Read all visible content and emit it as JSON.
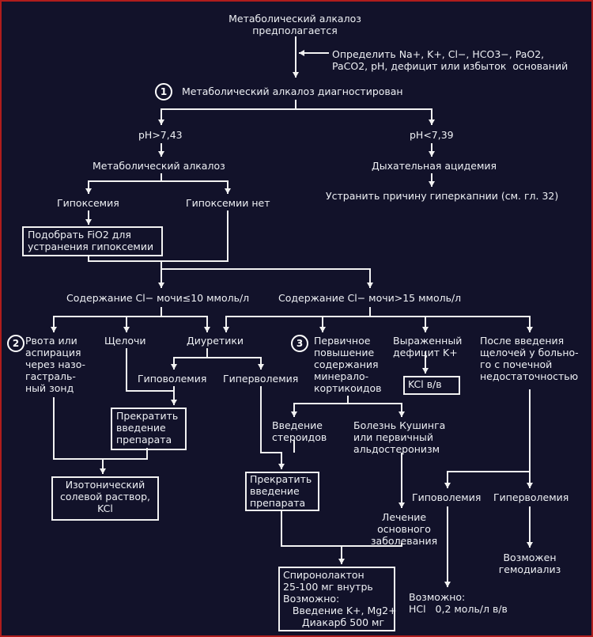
{
  "nodes": {
    "start": "Метаболический алкалоз\nпредполагается",
    "determine": "Определить Na+, K+, Cl−, HCO3−, PaO2,\nPaCO2, pH, дефицит или избыток  оснований",
    "diagnosed": "Метаболический алкалоз диагностирован",
    "ph_high": "pH>7,43",
    "ph_low": "pH<7,39",
    "met_alk": "Метаболический алкалоз",
    "resp_acid": "Дыхательная ацидемия",
    "fix_hypercapnia": "Устранить причину гиперкапнии (см. гл. 32)",
    "hypoxemia": "Гипоксемия",
    "no_hypoxemia": "Гипоксемии нет",
    "fio2": "Подобрать FiO2 для\nустранения гипоксемии",
    "cl_low": "Содержание Cl− мочи≤10 ммоль/л",
    "cl_high": "Содержание Cl− мочи>15 ммоль/л",
    "vomit": "Рвота или\nаспирация\nчерез назо-\nгастраль-\nный зонд",
    "alkali": "Щелочи",
    "diuretics": "Диуретики",
    "hypovolemia1": "Гиповолемия",
    "hypervolemia1": "Гиперволемия",
    "stop_drug1": "Прекратить\nвведение\nпрепарата",
    "isotonic": "Изотонический\nсолевой раствор,\nKCl",
    "mineralo": "Первичное\nповышение\nсодержания\nминерало-\nкортикоидов",
    "k_deficit": "Выраженный\nдефицит K+",
    "kcl_iv": "KCl в/в",
    "after_alkali": "После введения\nщелочей у больно-\nго с почечной\nнедостаточностью",
    "steroids": "Введение\nстероидов",
    "cushing": "Болезнь Кушинга\nили первичный\nальдостеронизм",
    "stop_drug2": "Прекратить\nвведение\nпрепарата",
    "treat_disease": "Лечение\nосновного\nзаболевания",
    "spironolactone": "Спиронолактон\n25-100 мг внутрь\nВозможно:\n   Введение K+, Mg2+\n      Диакарб 500 мг",
    "hypovolemia2": "Гиповолемия",
    "hypervolemia2": "Гиперволемия",
    "dialysis": "Возможен\nгемодиализ",
    "hcl": "Возможно:\nHCl   0,2 моль/л в/в"
  },
  "markers": {
    "m1": "1",
    "m2": "2",
    "m3": "3"
  },
  "colors": {
    "background": "#12122a",
    "frame": "#b01c1c",
    "ink": "#eef0f4"
  }
}
